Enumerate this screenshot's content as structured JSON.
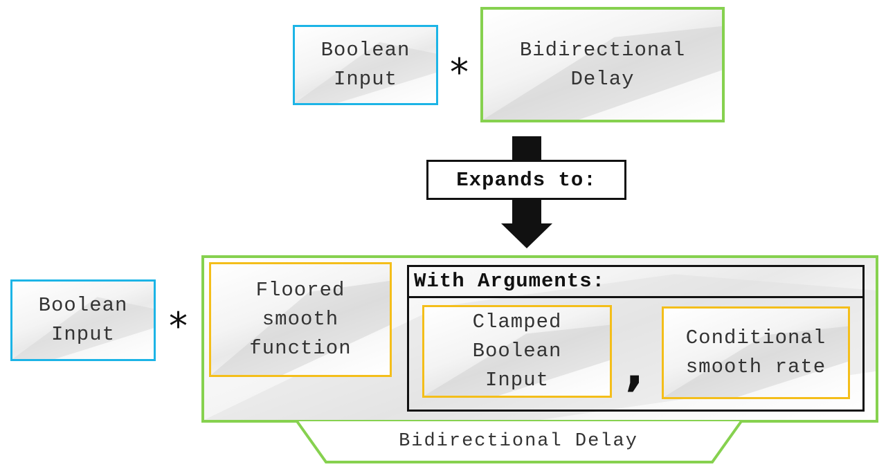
{
  "top": {
    "boolean_input": "Boolean\nInput",
    "operator": "*",
    "bidirectional_delay": "Bidirectional\nDelay"
  },
  "expands_label": "Expands to:",
  "bottom": {
    "boolean_input": "Boolean\nInput",
    "operator": "*",
    "floored_smooth": "Floored\nsmooth\nfunction",
    "args_header": "With Arguments:",
    "clamped": "Clamped\nBoolean\nInput",
    "comma": ",",
    "conditional": "Conditional\nsmooth rate",
    "container_label": "Bidirectional Delay"
  },
  "colors": {
    "input": "#1cb4e6",
    "delay": "#86d14f",
    "function": "#f4be1a",
    "args": "#111111"
  }
}
